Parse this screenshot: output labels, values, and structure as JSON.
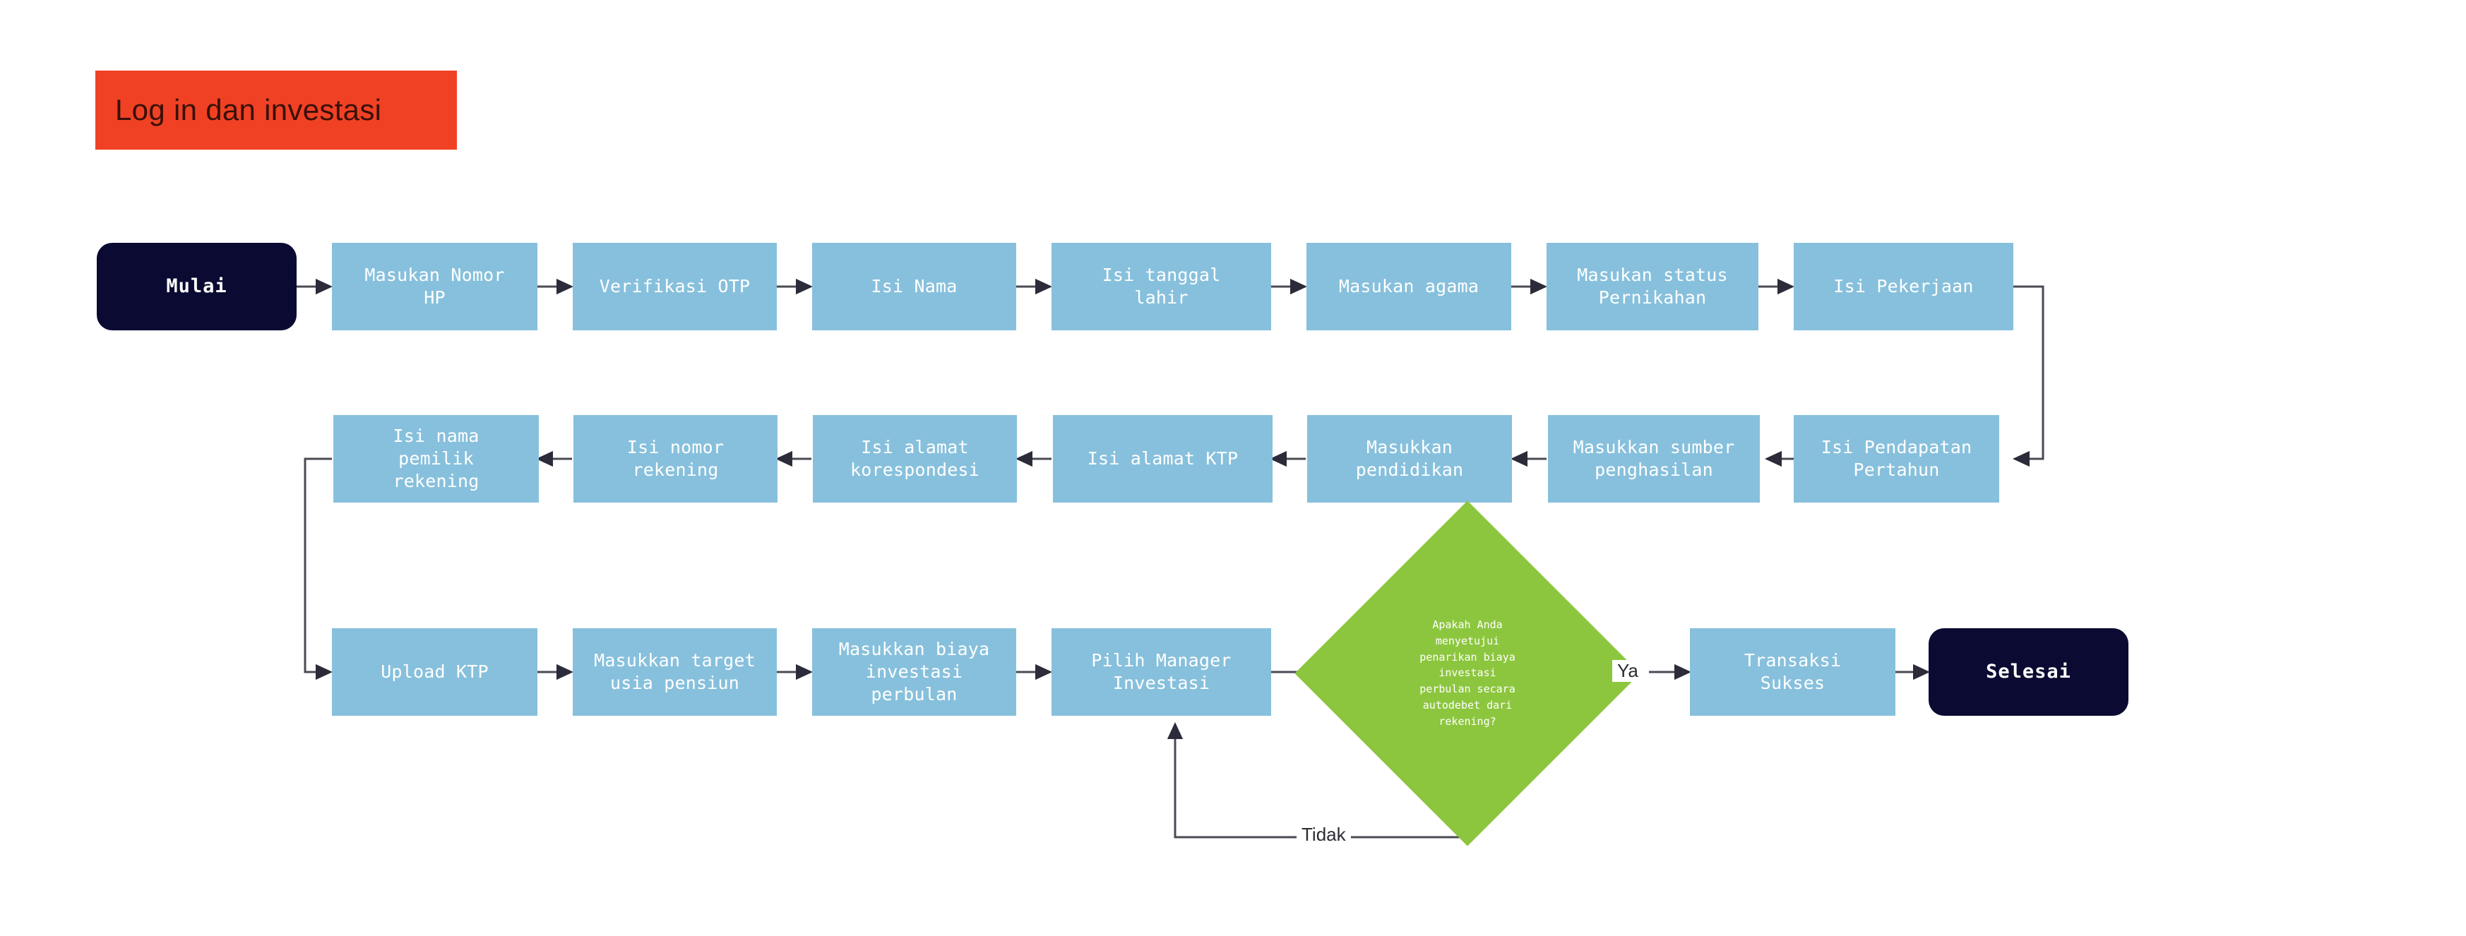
{
  "title": {
    "text": "Log in dan investasi",
    "background_color": "#f04124",
    "text_color": "#3a1008"
  },
  "colors": {
    "process_fill": "#87c0dc",
    "terminal_fill": "#0a0a32",
    "decision_fill": "#8cc63e",
    "connector": "#4a4a55",
    "node_text": "#ffffff",
    "page_background": "#ffffff"
  },
  "chart_data": {
    "type": "diagram",
    "diagram_type": "flowchart",
    "title": "Log in dan investasi",
    "nodes": [
      {
        "id": "mulai",
        "label": "Mulai",
        "shape": "terminal",
        "row": 1
      },
      {
        "id": "nomor-hp",
        "label": "Masukan Nomor\nHP",
        "shape": "process",
        "row": 1
      },
      {
        "id": "otp",
        "label": "Verifikasi OTP",
        "shape": "process",
        "row": 1
      },
      {
        "id": "nama",
        "label": "Isi Nama",
        "shape": "process",
        "row": 1
      },
      {
        "id": "tanggal-lahir",
        "label": "Isi tanggal\nlahir",
        "shape": "process",
        "row": 1
      },
      {
        "id": "agama",
        "label": "Masukan agama",
        "shape": "process",
        "row": 1
      },
      {
        "id": "pernikahan",
        "label": "Masukan status\nPernikahan",
        "shape": "process",
        "row": 1
      },
      {
        "id": "pekerjaan",
        "label": "Isi Pekerjaan",
        "shape": "process",
        "row": 1
      },
      {
        "id": "pendapatan",
        "label": "Isi Pendapatan\nPertahun",
        "shape": "process",
        "row": 2
      },
      {
        "id": "sumber",
        "label": "Masukkan sumber\npenghasilan",
        "shape": "process",
        "row": 2
      },
      {
        "id": "pendidikan",
        "label": "Masukkan\npendidikan",
        "shape": "process",
        "row": 2
      },
      {
        "id": "alamat-ktp",
        "label": "Isi alamat KTP",
        "shape": "process",
        "row": 2
      },
      {
        "id": "korespondesi",
        "label": "Isi alamat\nkorespondesi",
        "shape": "process",
        "row": 2
      },
      {
        "id": "nomor-rekening",
        "label": "Isi nomor\nrekening",
        "shape": "process",
        "row": 2
      },
      {
        "id": "nama-pemilik",
        "label": "Isi nama\npemilik\nrekening",
        "shape": "process",
        "row": 2
      },
      {
        "id": "upload-ktp",
        "label": "Upload KTP",
        "shape": "process",
        "row": 3
      },
      {
        "id": "usia-pensiun",
        "label": "Masukkan target\nusia pensiun",
        "shape": "process",
        "row": 3
      },
      {
        "id": "biaya-bulan",
        "label": "Masukkan biaya\ninvestasi\nperbulan",
        "shape": "process",
        "row": 3
      },
      {
        "id": "manager",
        "label": "Pilih Manager\nInvestasi",
        "shape": "process",
        "row": 3
      },
      {
        "id": "decision",
        "label": "Apakah Anda\nmenyetujui\npenarikan biaya\ninvestasi\nperbulan secara\nautodebet dari\nrekening?",
        "shape": "decision",
        "row": 3
      },
      {
        "id": "transaksi",
        "label": "Transaksi\nSukses",
        "shape": "process",
        "row": 3
      },
      {
        "id": "selesai",
        "label": "Selesai",
        "shape": "terminal",
        "row": 3
      }
    ],
    "edges": [
      {
        "from": "mulai",
        "to": "nomor-hp",
        "label": ""
      },
      {
        "from": "nomor-hp",
        "to": "otp",
        "label": ""
      },
      {
        "from": "otp",
        "to": "nama",
        "label": ""
      },
      {
        "from": "nama",
        "to": "tanggal-lahir",
        "label": ""
      },
      {
        "from": "tanggal-lahir",
        "to": "agama",
        "label": ""
      },
      {
        "from": "agama",
        "to": "pernikahan",
        "label": ""
      },
      {
        "from": "pernikahan",
        "to": "pekerjaan",
        "label": ""
      },
      {
        "from": "pekerjaan",
        "to": "pendapatan",
        "label": ""
      },
      {
        "from": "pendapatan",
        "to": "sumber",
        "label": ""
      },
      {
        "from": "sumber",
        "to": "pendidikan",
        "label": ""
      },
      {
        "from": "pendidikan",
        "to": "alamat-ktp",
        "label": ""
      },
      {
        "from": "alamat-ktp",
        "to": "korespondesi",
        "label": ""
      },
      {
        "from": "korespondesi",
        "to": "nomor-rekening",
        "label": ""
      },
      {
        "from": "nomor-rekening",
        "to": "nama-pemilik",
        "label": ""
      },
      {
        "from": "nama-pemilik",
        "to": "upload-ktp",
        "label": ""
      },
      {
        "from": "upload-ktp",
        "to": "usia-pensiun",
        "label": ""
      },
      {
        "from": "usia-pensiun",
        "to": "biaya-bulan",
        "label": ""
      },
      {
        "from": "biaya-bulan",
        "to": "manager",
        "label": ""
      },
      {
        "from": "manager",
        "to": "decision",
        "label": ""
      },
      {
        "from": "decision",
        "to": "transaksi",
        "label": "Ya"
      },
      {
        "from": "transaksi",
        "to": "selesai",
        "label": ""
      },
      {
        "from": "decision",
        "to": "manager",
        "label": "Tidak"
      }
    ]
  },
  "edge_labels": {
    "ya": "Ya",
    "tidak": "Tidak"
  }
}
